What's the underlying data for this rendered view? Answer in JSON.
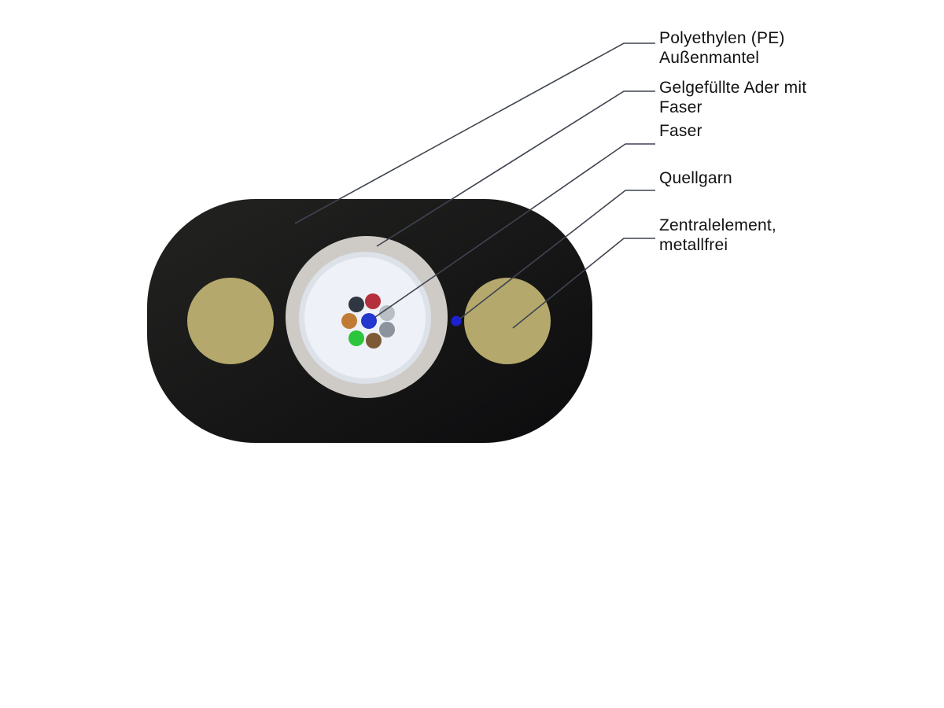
{
  "title": "Fiber optic flat drop cable cross-section diagram",
  "colors": {
    "background": "#ffffff",
    "jacket_light": "#232321",
    "jacket_dark": "#0c0c0e",
    "strength_member": "#b5a86c",
    "buffer_tube_ring": "#cecbc6",
    "gel_core_edge": "#dde2e9",
    "gel_core": "#eef1f7",
    "swelling_yarn": "#1c22d2",
    "leader_line": "#3f4450",
    "label_text": "#121212"
  },
  "labels": [
    {
      "id": "jacket",
      "lines": [
        "Polyethylen (PE)",
        "Außenmantel"
      ]
    },
    {
      "id": "gel-filled-tube",
      "lines": [
        "Gelgefüllte Ader mit",
        "Faser"
      ]
    },
    {
      "id": "fiber",
      "lines": [
        "Faser"
      ]
    },
    {
      "id": "swelling-yarn",
      "lines": [
        "Quellgarn"
      ]
    },
    {
      "id": "central-element",
      "lines": [
        "Zentralelement,",
        "metallfrei"
      ]
    }
  ],
  "fibers": [
    {
      "name": "fiber-dark-slate",
      "color": "#2e3742"
    },
    {
      "name": "fiber-red",
      "color": "#b5303c"
    },
    {
      "name": "fiber-light-gray",
      "color": "#b9bfc4"
    },
    {
      "name": "fiber-ocher",
      "color": "#c07c35"
    },
    {
      "name": "fiber-blue",
      "color": "#2336cd"
    },
    {
      "name": "fiber-gray",
      "color": "#8d939c"
    },
    {
      "name": "fiber-green",
      "color": "#2dc53c"
    },
    {
      "name": "fiber-brown",
      "color": "#7d5a36"
    }
  ]
}
